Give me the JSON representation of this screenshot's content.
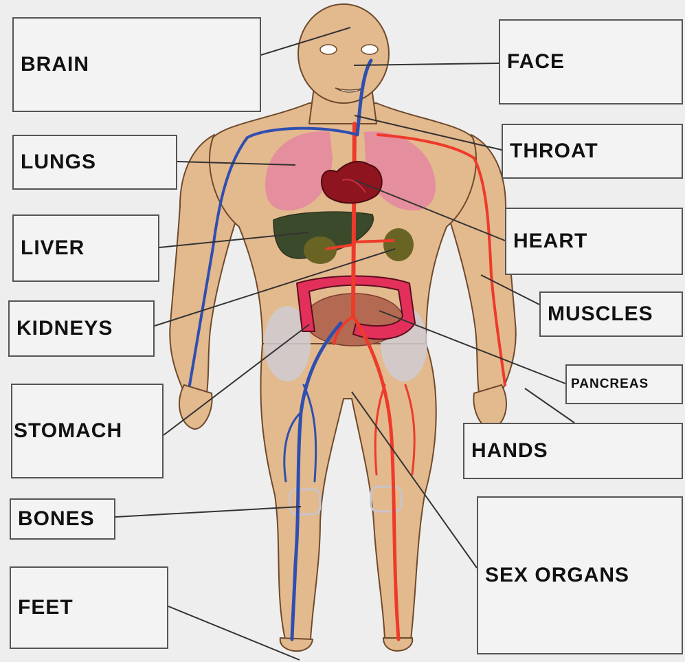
{
  "labels": {
    "brain": "BRAIN",
    "face": "FACE",
    "lungs": "LUNGS",
    "throat": "THROAT",
    "heart": "HEART",
    "liver": "LIVER",
    "muscles": "MUSCLES",
    "kidneys": "KIDNEYS",
    "pancreas": "PANCREAS",
    "stomach": "STOMACH",
    "hands": "HANDS",
    "bones": "BONES",
    "sex_organs": "SEX ORGANS",
    "feet": "FEET"
  },
  "colors": {
    "background": "#eeeeee",
    "skin": "#e3b98e",
    "skin_outline": "#6e4a2c",
    "artery": "#ee3a2a",
    "vein": "#2f4fb0",
    "lungs": "#e48aa0",
    "heart": "#8e1420",
    "liver": "#3c4a2c",
    "kidneys": "#6a6424",
    "intestine": "#e2305a",
    "bones": "#cfcbd2",
    "leader_line": "#333333",
    "label_border": "#555555"
  }
}
